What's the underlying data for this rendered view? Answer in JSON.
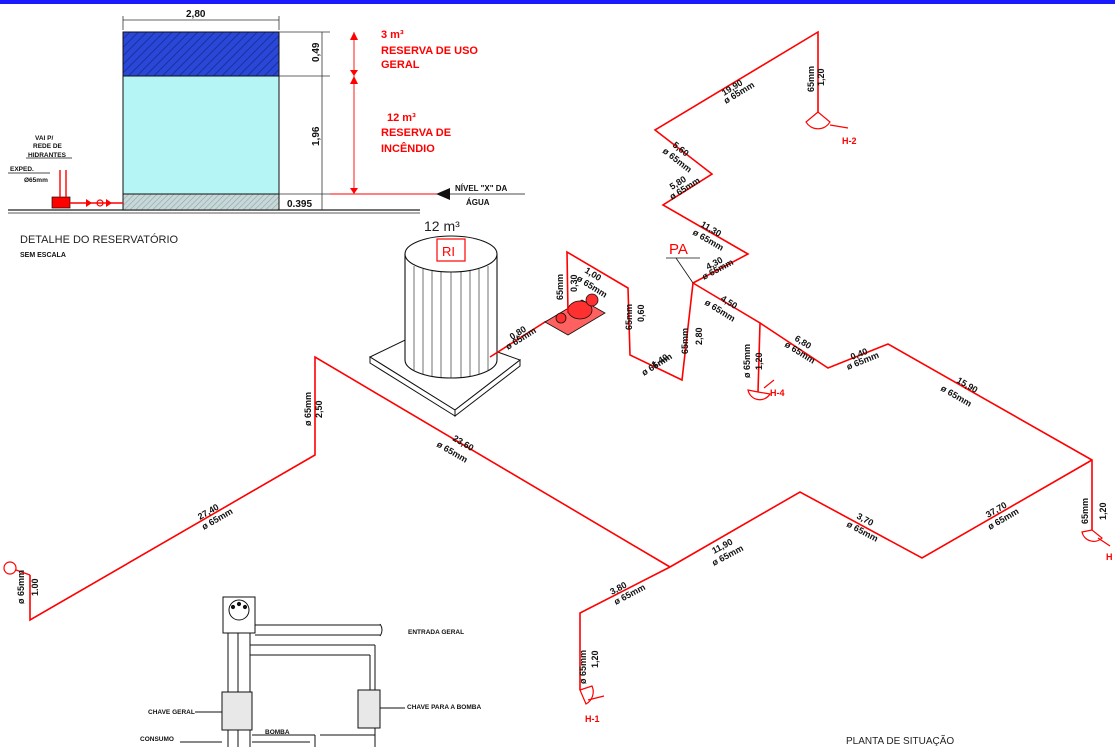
{
  "colors": {
    "pipe": "#ff0000",
    "top_bar": "#1a1aff",
    "water": "#b5f5f5",
    "reserve": "#2040d0",
    "hatch": "#9fbfbf"
  },
  "reservoir_detail": {
    "width_dim": "2,80",
    "dim_top": "0,49",
    "dim_mid": "1,96",
    "dim_bottom": "0.395",
    "reserve_general_volume": "3 m³",
    "reserve_general_line1": "RESERVA DE USO",
    "reserve_general_line2": "GERAL",
    "reserve_fire_volume": "12 m³",
    "reserve_fire_line1": "RESERVA DE",
    "reserve_fire_line2": "INCÊNDIO",
    "level_line1": "NÍVEL \"X\" DA",
    "level_line2": "ÁGUA",
    "vai_line1": "VAI P/",
    "vai_line2": "REDE DE",
    "vai_line3": "HIDRANTES",
    "exped": "EXPED.",
    "diameter": "Ø65mm",
    "caption": "DETALHE DO RESERVATÓRIO",
    "subcaption": "SEM ESCALA"
  },
  "tank": {
    "volume": "12 m³",
    "tag": "RI"
  },
  "pa_label": "PA",
  "hydrants": {
    "h1": "H-1",
    "h2": "H-2",
    "h3": "H",
    "h4": "H-4"
  },
  "pipe_labels": {
    "d65": "65mm",
    "d65b": "ø 65mm",
    "l_19_90": "19,90",
    "l_1_20": "1,20",
    "l_5_60": "5,60",
    "l_5_80": "5,80",
    "l_11_30": "11,30",
    "l_4_30": "4,30",
    "l_4_50": "4,50",
    "l_1_00": "1,00",
    "l_0_30": "0,30",
    "l_0_60": "0,60",
    "l_0_80": "0,80",
    "l_1_40": "1,40",
    "l_2_80": "2,80",
    "l_6_80": "6,80",
    "l_0_40": "0,40",
    "l_15_90": "15,90",
    "l_2_50": "2,50",
    "l_23_60": "23,60",
    "l_27_40": "27,40",
    "l_1_00b": "1.00",
    "l_11_90": "11,90",
    "l_3_70": "3,70",
    "l_37_70": "37,70",
    "l_3_80": "3,80"
  },
  "switch_schematic": {
    "entrada": "ENTRADA GERAL",
    "chave_geral": "CHAVE GERAL",
    "chave_bomba": "CHAVE PARA A BOMBA",
    "consumo": "CONSUMO",
    "bomba": "BOMBA"
  },
  "site_plan_caption": "PLANTA DE SITUAÇÃO"
}
